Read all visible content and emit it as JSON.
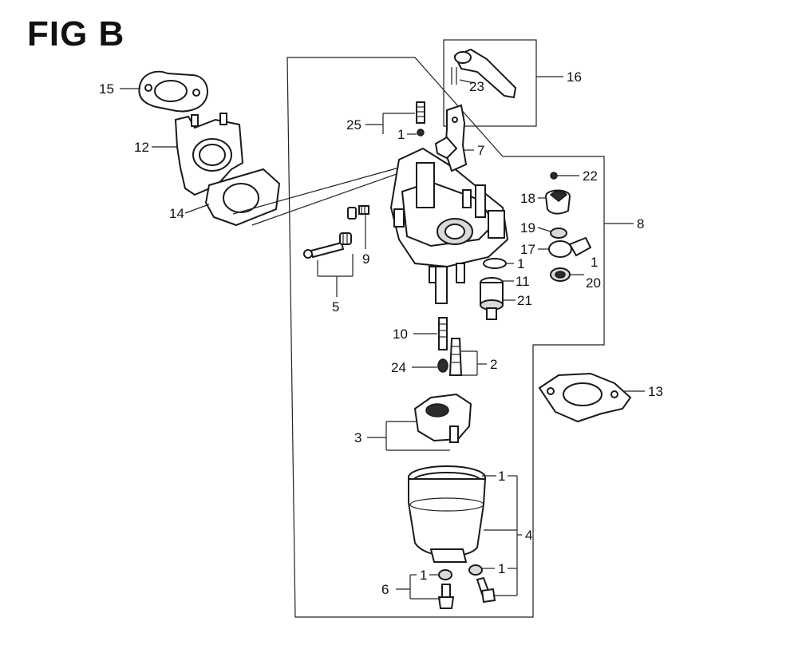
{
  "title": "FIG B",
  "callouts": {
    "c1a": "1",
    "c1b": "1",
    "c1c": "1",
    "c1d": "1",
    "c1e": "1",
    "c1f": "1",
    "c2": "2",
    "c3": "3",
    "c4": "4",
    "c5": "5",
    "c6": "6",
    "c7": "7",
    "c8": "8",
    "c9": "9",
    "c10": "10",
    "c11": "11",
    "c12": "12",
    "c13": "13",
    "c14": "14",
    "c15": "15",
    "c16": "16",
    "c17": "17",
    "c18": "18",
    "c19": "19",
    "c20": "20",
    "c21": "21",
    "c22": "22",
    "c23": "23",
    "c24": "24",
    "c25": "25"
  }
}
